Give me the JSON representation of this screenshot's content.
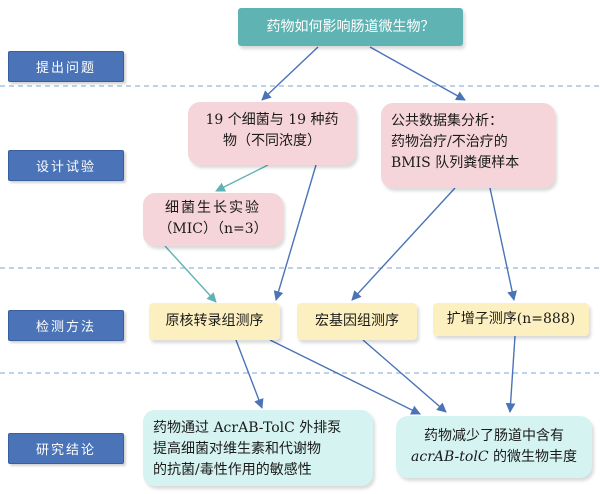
{
  "sidebar": {
    "items": [
      {
        "label": "提出问题"
      },
      {
        "label": "设计试验"
      },
      {
        "label": "检测方法"
      },
      {
        "label": "研究结论"
      }
    ]
  },
  "nodes": {
    "question": "药物如何影响肠道微生物？",
    "bacteria_drugs": {
      "line1": "19 个细菌与 19 种药",
      "line2": "物（不同浓度）"
    },
    "public_data": {
      "line1": "公共数据集分析：",
      "line2": "药物治疗/不治疗的",
      "line3": "BMIS 队列粪便样本"
    },
    "growth_exp": {
      "line1": "细菌生长实验",
      "line2": "（MIC）（n=3）"
    },
    "transcriptome": "原核转录组测序",
    "metagenome": "宏基因组测序",
    "amplicon": "扩增子测序(n=888)",
    "conclusion1": {
      "line1": "药物通过 AcrAB-TolC 外排泵",
      "line2": "提高细菌对维生素和代谢物",
      "line3": "的抗菌/毒性作用的敏感性"
    },
    "conclusion2": {
      "line1": "药物减少了肠道中含有",
      "line2_italic": "acrAB-tolC",
      "line2_rest": " 的微生物丰度"
    }
  },
  "colors": {
    "label_bg": "#4a73b8",
    "question_bg": "#5fb3b3",
    "design_box_bg": "#f6d5da",
    "method_box_bg": "#fdf0c0",
    "conclusion_box_bg": "#d5f3f0",
    "arrow_blue": "#4a73b8",
    "arrow_teal": "#5fb3b3"
  }
}
